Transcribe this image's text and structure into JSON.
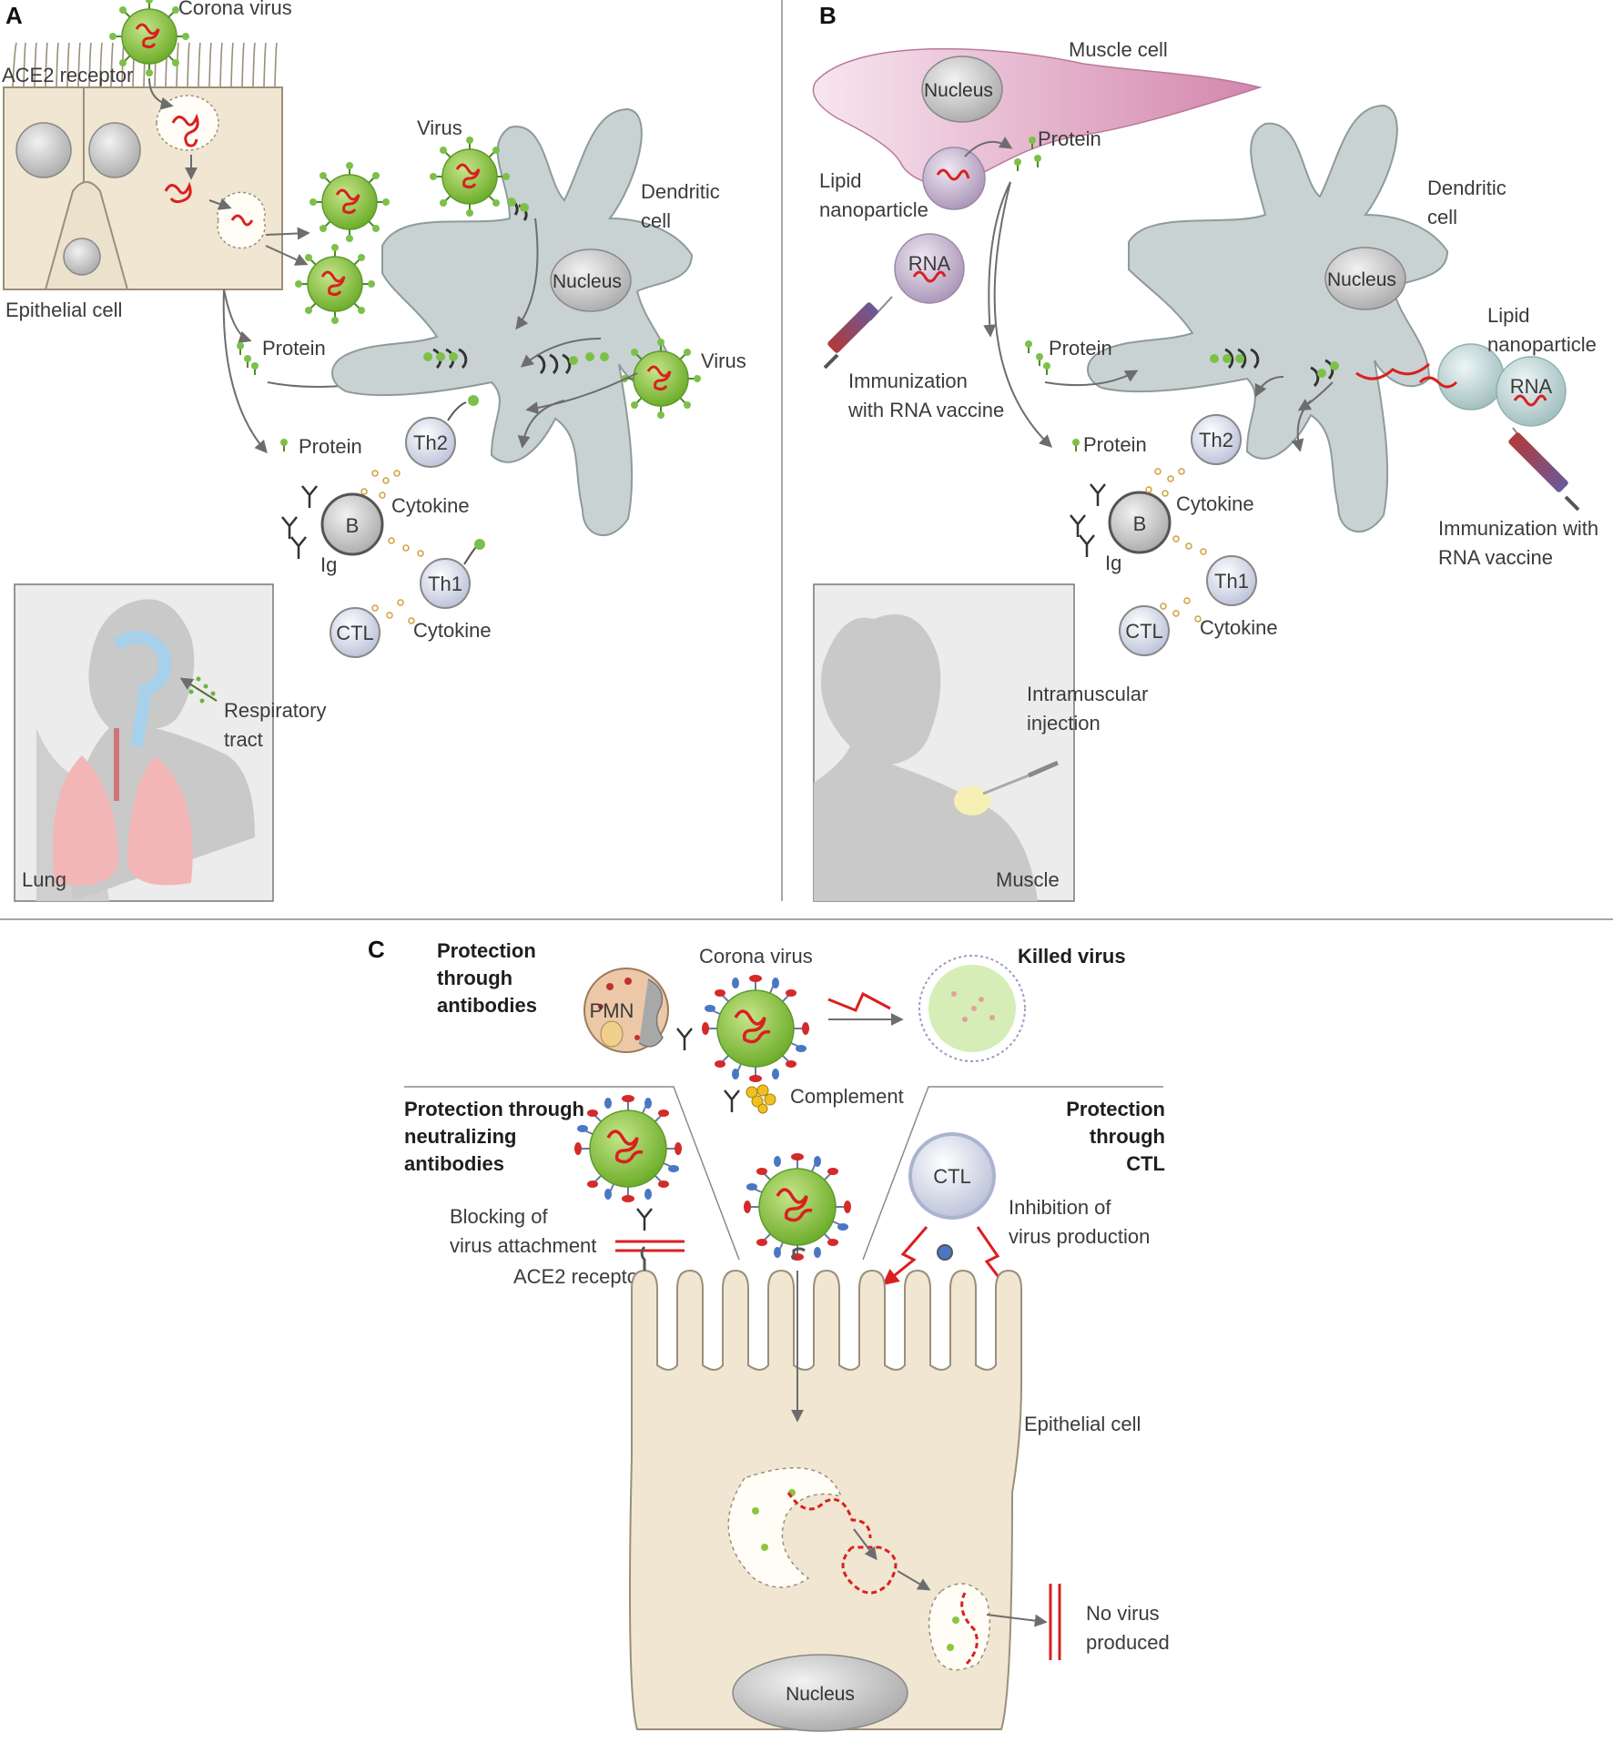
{
  "panels": {
    "a": "A",
    "b": "B",
    "c": "C"
  },
  "colors": {
    "virus_green": "#8cc63e",
    "rna_red": "#d92020",
    "dendritic_gray": "#c9d2d2",
    "epithelial_tan": "#f0e6d2",
    "muscle_pink": "#d99ab8",
    "arrow_gray": "#6d6d6d"
  },
  "panel_a": {
    "corona_virus": "Corona virus",
    "ace2_receptor": "ACE2 receptor",
    "epithelial_cell": "Epithelial cell",
    "virus_top": "Virus",
    "dendritic_cell_1": "Dendritic",
    "dendritic_cell_2": "cell",
    "nucleus": "Nucleus",
    "protein_1": "Protein",
    "virus_right": "Virus",
    "th2": "Th2",
    "protein_2": "Protein",
    "cytokine_1": "Cytokine",
    "b_cell": "B",
    "ig": "Ig",
    "th1": "Th1",
    "ctl": "CTL",
    "cytokine_2": "Cytokine",
    "respiratory_1": "Respiratory",
    "respiratory_2": "tract",
    "lung": "Lung"
  },
  "panel_b": {
    "muscle_cell": "Muscle cell",
    "nucleus_muscle": "Nucleus",
    "protein_top": "Protein",
    "lipid_1": "Lipid",
    "lipid_2": "nanoparticle",
    "rna": "RNA",
    "immunization_1": "Immunization",
    "immunization_2": "with RNA vaccine",
    "dendritic_cell_1": "Dendritic",
    "dendritic_cell_2": "cell",
    "nucleus_dc": "Nucleus",
    "lipid_r1": "Lipid",
    "lipid_r2": "nanoparticle",
    "rna_r": "RNA",
    "protein_mid": "Protein",
    "th2": "Th2",
    "protein_low": "Protein",
    "cytokine_1": "Cytokine",
    "b_cell": "B",
    "ig": "Ig",
    "th1": "Th1",
    "ctl": "CTL",
    "cytokine_2": "Cytokine",
    "immunization_r1": "Immunization with",
    "immunization_r2": "RNA vaccine",
    "intramuscular_1": "Intramuscular",
    "intramuscular_2": "injection",
    "muscle": "Muscle"
  },
  "panel_c": {
    "prot_antibodies_1": "Protection",
    "prot_antibodies_2": "through",
    "prot_antibodies_3": "antibodies",
    "corona_virus": "Corona virus",
    "killed_virus": "Killed virus",
    "pmn": "PMN",
    "complement": "Complement",
    "prot_neutral_1": "Protection through",
    "prot_neutral_2": "neutralizing",
    "prot_neutral_3": "antibodies",
    "blocking_1": "Blocking of",
    "blocking_2": "virus attachment",
    "ace2_receptor": "ACE2 receptor",
    "prot_ctl_1": "Protection",
    "prot_ctl_2": "through",
    "prot_ctl_3": "CTL",
    "ctl": "CTL",
    "inhibition_1": "Inhibition of",
    "inhibition_2": "virus production",
    "epithelial_cell": "Epithelial cell",
    "nucleus": "Nucleus",
    "no_virus_1": "No virus",
    "no_virus_2": "produced"
  }
}
